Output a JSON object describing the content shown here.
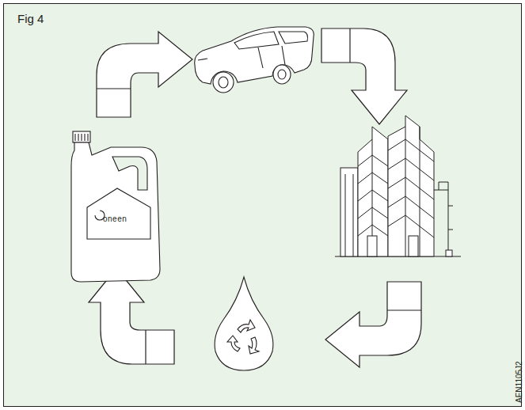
{
  "diagram": {
    "title": "Fig 4",
    "labels": [
      "oneen",
      "AEN1105J2"
    ]
  }
}
